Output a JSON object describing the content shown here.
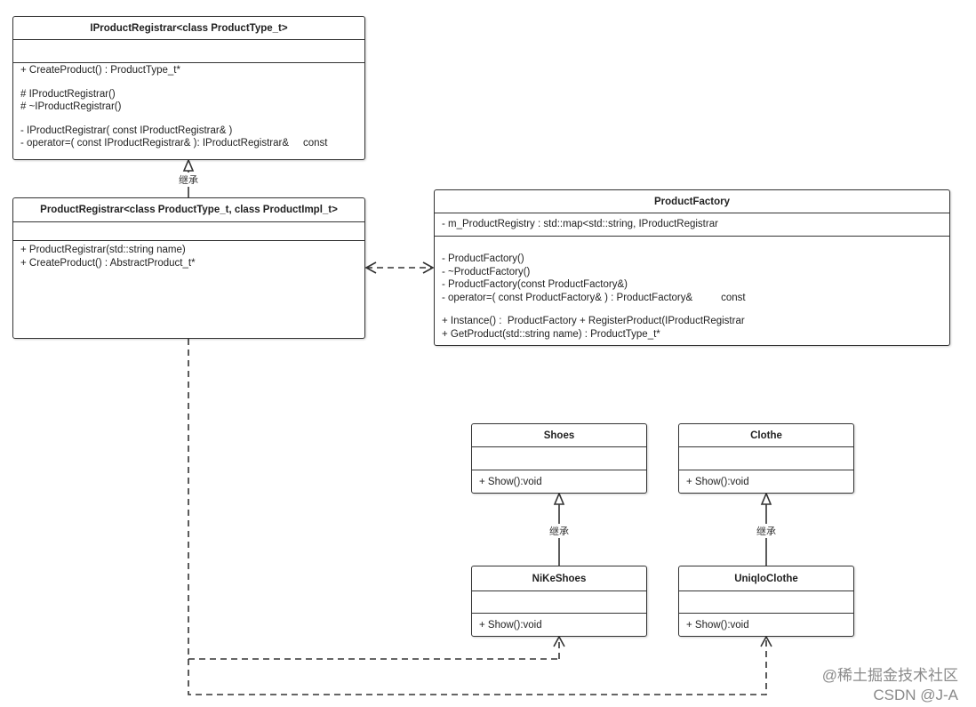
{
  "classes": {
    "iregistrar": {
      "name": "IProductRegistrar<class ProductType_t>",
      "attributes": [],
      "operations": [
        "+ CreateProduct() : ProductType_t*",
        "",
        "# IProductRegistrar()",
        "# ~IProductRegistrar()",
        "",
        "- IProductRegistrar( const IProductRegistrar& )",
        "- operator=( const IProductRegistrar& ): IProductRegistrar&     const"
      ]
    },
    "registrar": {
      "name": "ProductRegistrar<class ProductType_t, class ProductImpl_t>",
      "attributes": [],
      "operations": [
        "+ ProductRegistrar(std::string name)",
        "+ CreateProduct() : AbstractProduct_t*"
      ]
    },
    "factory": {
      "name": "ProductFactory",
      "attributes": [
        "- m_ProductRegistry : std::map<std::string, IProductRegistrar"
      ],
      "operations": [
        "- ProductFactory()",
        "- ~ProductFactory()",
        "- ProductFactory(const ProductFactory&)",
        "- operator=( const ProductFactory& ) : ProductFactory&          const",
        "",
        "+ Instance() :  ProductFactory + RegisterProduct(IProductRegistrar",
        "+ GetProduct(std::string name) : ProductType_t*"
      ]
    },
    "shoes": {
      "name": "Shoes",
      "attributes": [],
      "operations": [
        "+ Show():void"
      ]
    },
    "clothe": {
      "name": "Clothe",
      "attributes": [],
      "operations": [
        "+ Show():void"
      ]
    },
    "nikeshoes": {
      "name": "NiKeShoes",
      "attributes": [],
      "operations": [
        "+ Show():void"
      ]
    },
    "uniqloclothe": {
      "name": "UniqloClothe",
      "attributes": [],
      "operations": [
        "+ Show():void"
      ]
    }
  },
  "relations": {
    "inherit_label": "继承"
  },
  "watermark": {
    "line1": "@稀土掘金技术社区",
    "line2": "CSDN @J-A"
  }
}
